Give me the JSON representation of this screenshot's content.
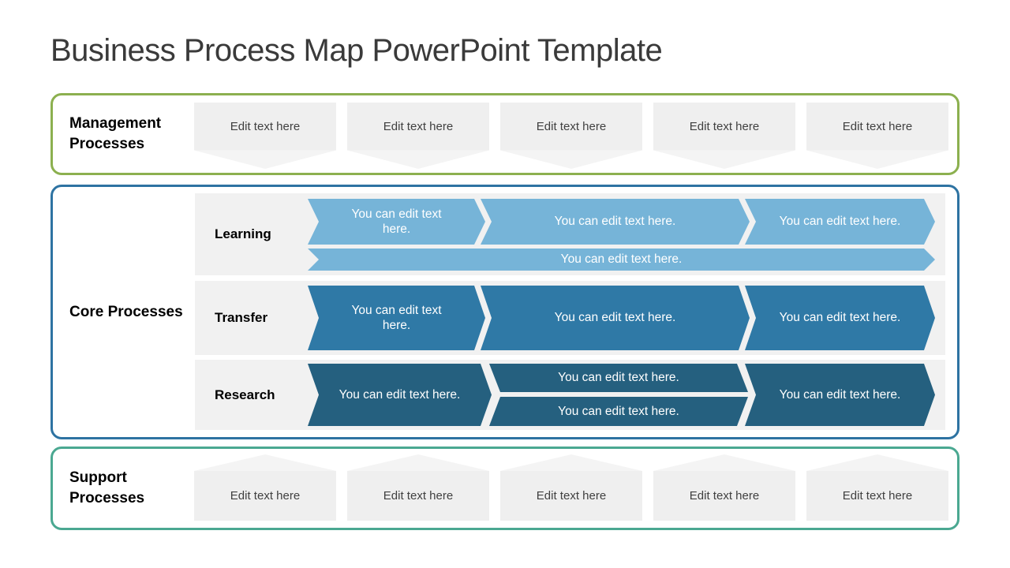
{
  "slide": {
    "title": "Business Process Map PowerPoint Template"
  },
  "colors": {
    "management_border": "#8cb04f",
    "core_border": "#2e73a2",
    "support_border": "#4aa891",
    "learning_arrow": "#76b4d8",
    "transfer_arrow": "#2f79a6",
    "research_arrow": "#25607f",
    "placeholder_fill": "#efefef",
    "row_band_fill": "#f1f1f1",
    "title_text": "#3a3a3a"
  },
  "management": {
    "label": "Management Processes",
    "items": [
      "Edit text here",
      "Edit text here",
      "Edit text here",
      "Edit text here",
      "Edit text here"
    ]
  },
  "core": {
    "label": "Core Processes",
    "rows": [
      {
        "label": "Learning",
        "arrow1": "You can edit text here.",
        "arrow2": "You can edit text here.",
        "arrow3": "You can edit text here.",
        "arrow4": "You can edit text here."
      },
      {
        "label": "Transfer",
        "arrow1": "You can edit text here.",
        "arrow2": "You can edit text here.",
        "arrow3": "You can edit text here."
      },
      {
        "label": "Research",
        "arrow1": "You can edit text here.",
        "arrow2": "You can edit text here.",
        "arrow3": "You can edit text here.",
        "arrow4": "You can edit text here."
      }
    ]
  },
  "support": {
    "label": "Support Processes",
    "items": [
      "Edit text here",
      "Edit text here",
      "Edit text here",
      "Edit text here",
      "Edit text here"
    ]
  }
}
